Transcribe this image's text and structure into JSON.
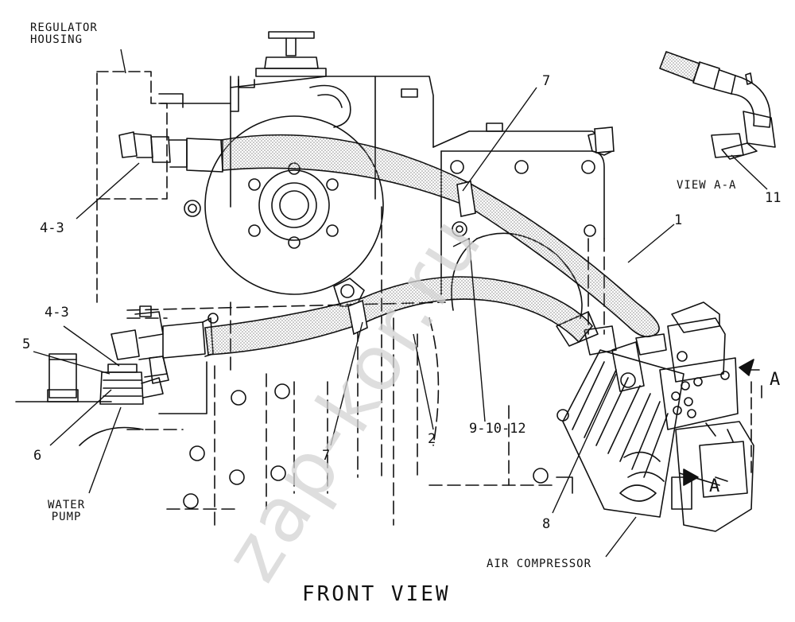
{
  "labels": {
    "regulator_housing": "REGULATOR\nHOUSING",
    "view_aa": "VIEW A-A",
    "air_compressor": "AIR COMPRESSOR",
    "water_pump": "WATER\nPUMP",
    "front_view": "FRONT VIEW"
  },
  "callouts": {
    "c_4_3_upper": "4-3",
    "c_4_3_lower": "4-3",
    "c_5": "5",
    "c_6": "6",
    "c_7_top": "7",
    "c_7_bottom": "7",
    "c_1": "1",
    "c_11": "11",
    "c_2": "2",
    "c_9_10_12": "9-10-12",
    "c_8": "8",
    "c_a_upper": "A",
    "c_a_lower": "A"
  },
  "watermark": "zap-kor.ru",
  "colors": {
    "line": "#111111",
    "hatch": "#9a9a9a",
    "watermark": "#d4d4d4"
  }
}
